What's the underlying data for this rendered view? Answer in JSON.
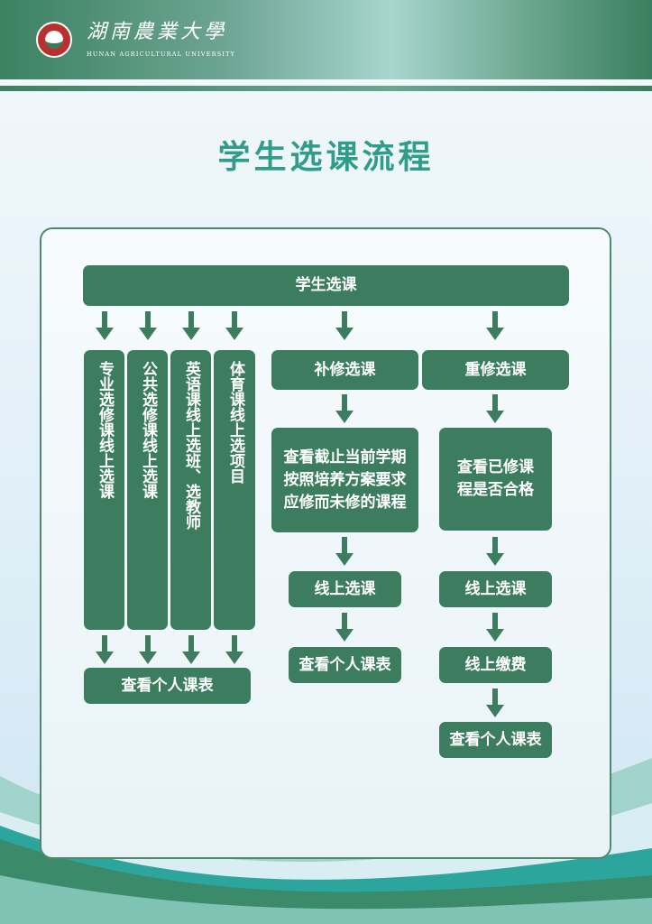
{
  "header": {
    "university_cn": "湖南農業大學",
    "university_en": "HUNAN AGRICULTURAL UNIVERSITY"
  },
  "title": "学生选课流程",
  "flow": {
    "root": "学生选课",
    "online_columns": [
      "专业选修课线上选课",
      "公共选修课线上选课",
      "英语课线上选班、选教师",
      "体育课线上选项目"
    ],
    "online_result": "查看个人课表",
    "makeup": {
      "label": "补修选课",
      "steps": [
        "查看截止当前学期按照培养方案要求应修而未修的课程",
        "线上选课",
        "查看个人课表"
      ]
    },
    "retake": {
      "label": "重修选课",
      "steps": [
        "查看已修课程是否合格",
        "线上选课",
        "线上缴费",
        "查看个人课表"
      ]
    }
  },
  "colors": {
    "box": "#3d7d5f",
    "title": "#2f9d89"
  }
}
